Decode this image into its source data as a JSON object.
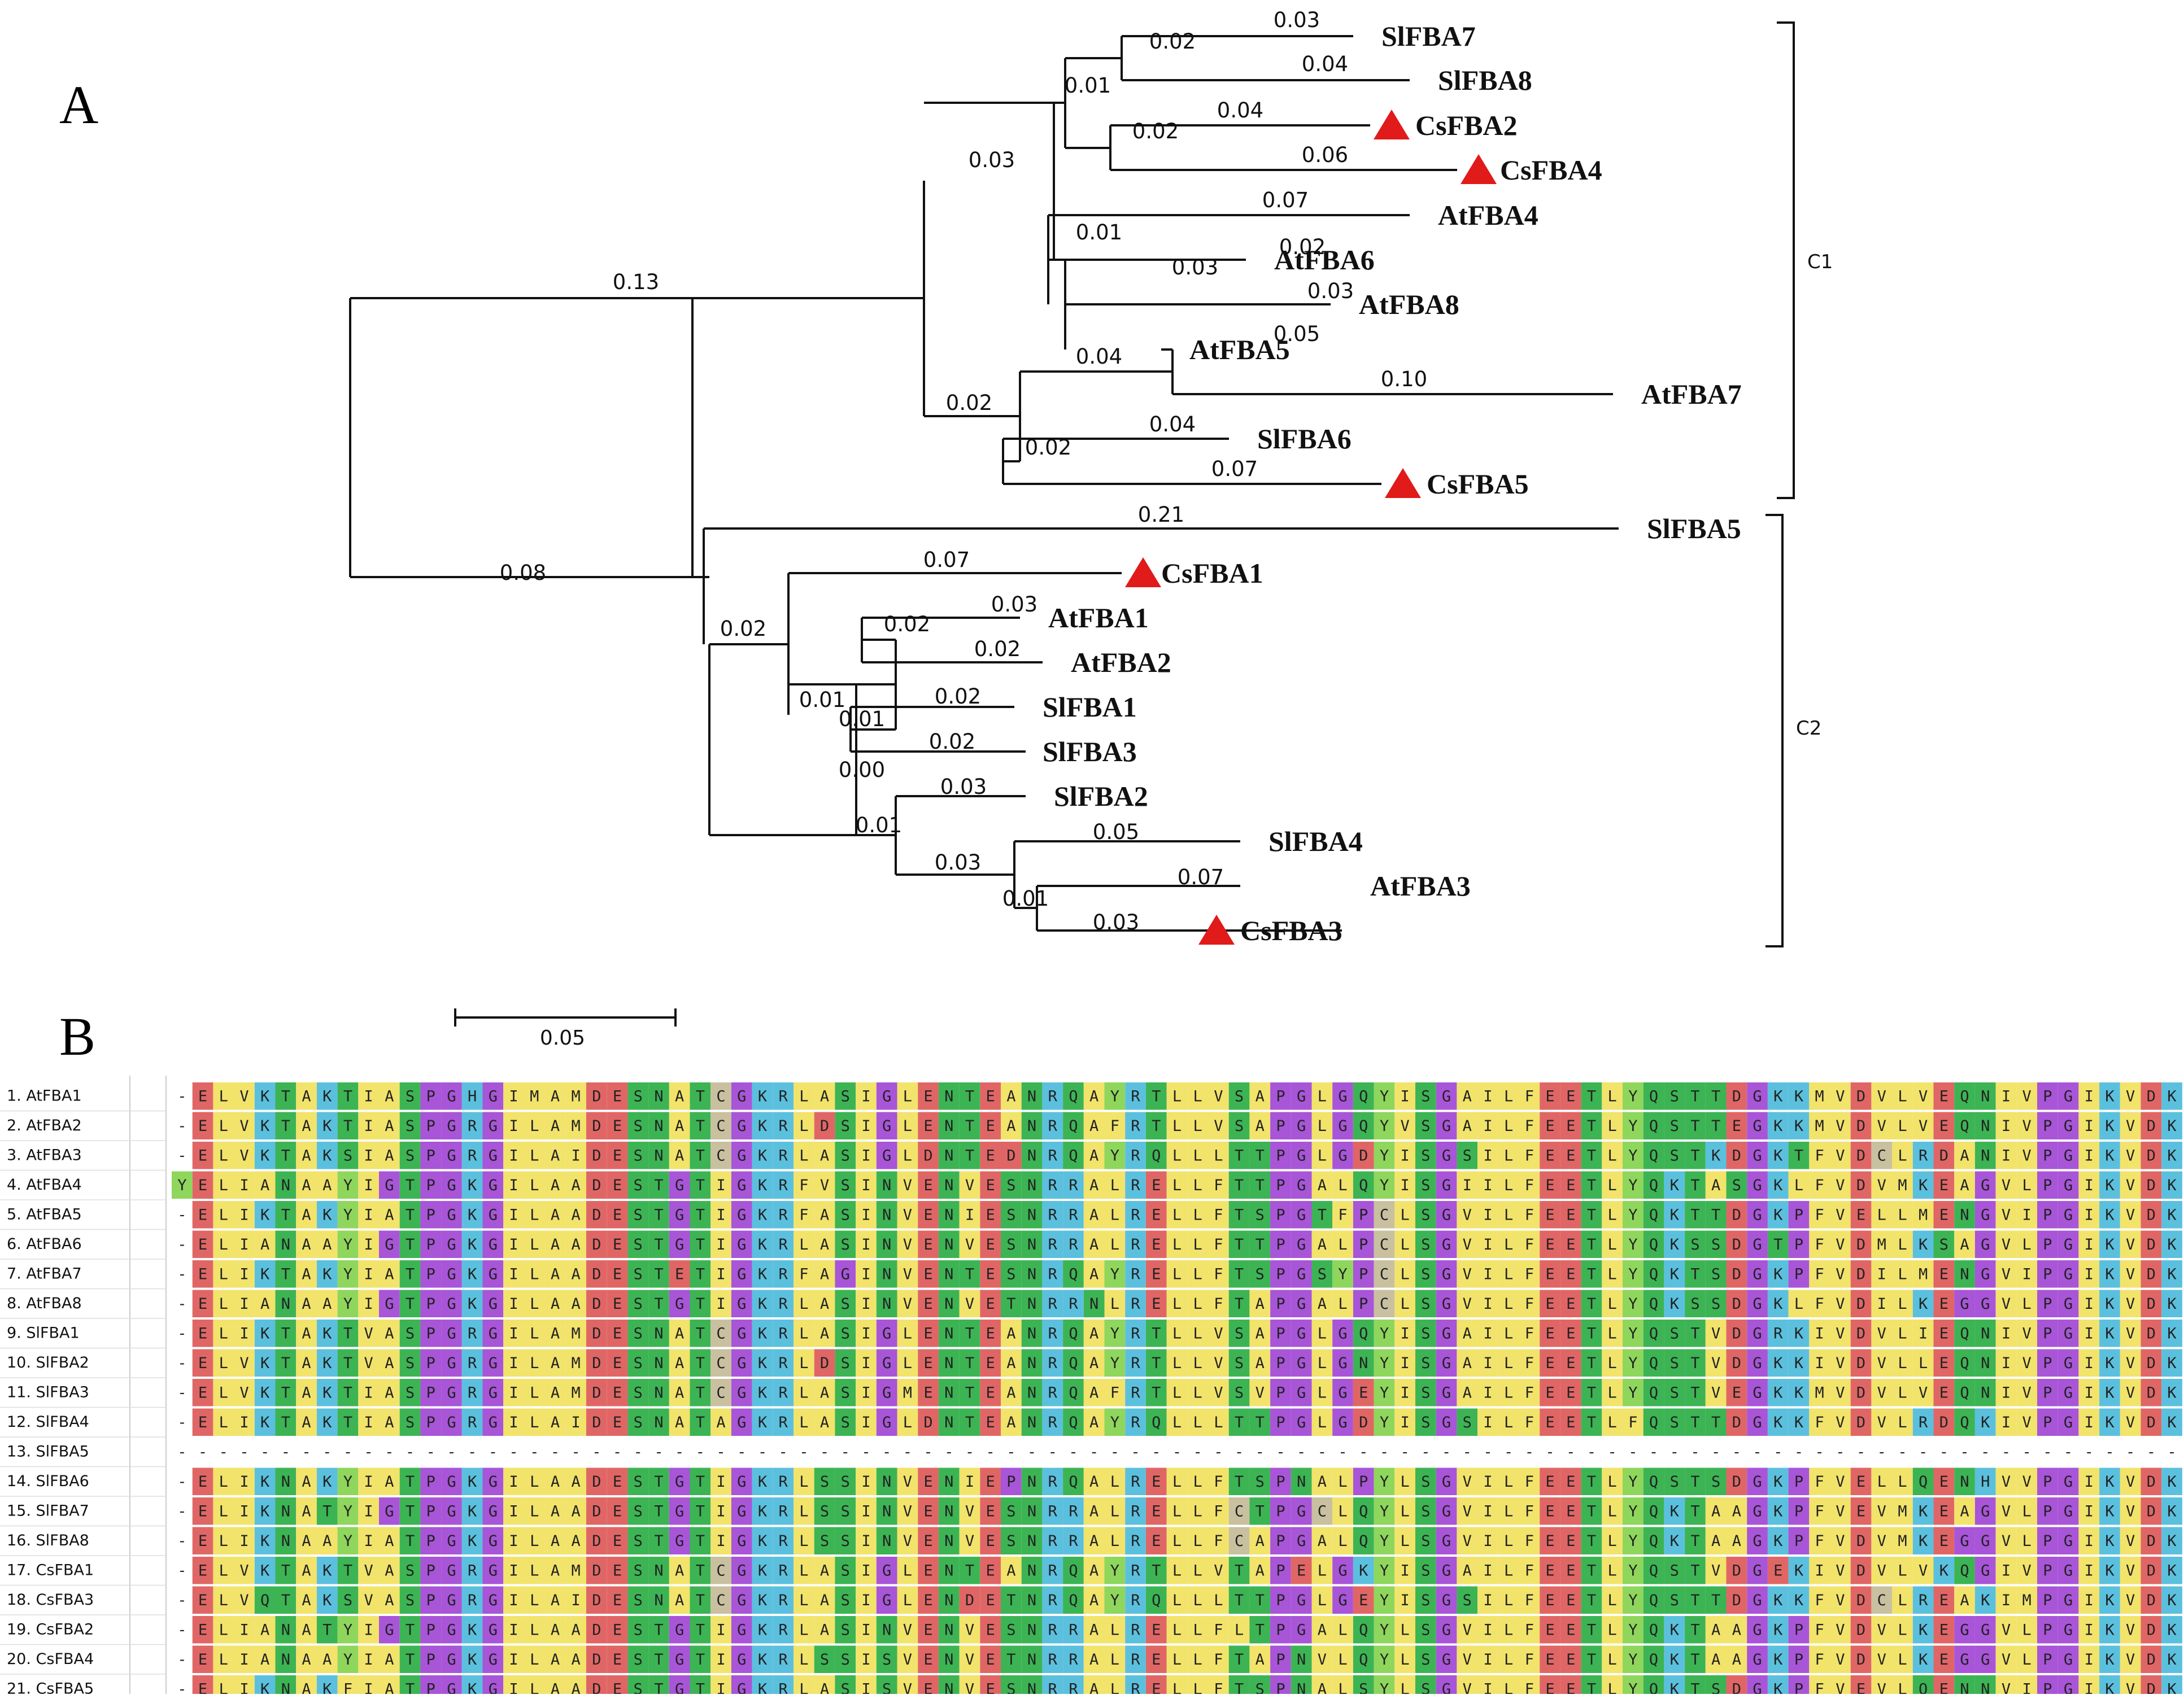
{
  "panels": {
    "a_label": "A",
    "b_label": "B"
  },
  "tree": {
    "scale_bar_label": "0.05",
    "clades": [
      "C1",
      "C2"
    ],
    "branch_labels": [
      "0.03",
      "0.02",
      "0.04",
      "0.01",
      "0.04",
      "0.02",
      "0.06",
      "0.03",
      "0.07",
      "0.01",
      "0.02",
      "0.03",
      "0.03",
      "0.13",
      "0.05",
      "0.04",
      "0.10",
      "0.02",
      "0.04",
      "0.02",
      "0.07",
      "0.21",
      "0.08",
      "0.07",
      "0.03",
      "0.02",
      "0.02",
      "0.02",
      "0.01",
      "0.02",
      "0.01",
      "0.02",
      "0.00",
      "0.03",
      "0.05",
      "0.01",
      "0.03",
      "0.07",
      "0.01",
      "0.03"
    ],
    "leaves": [
      {
        "name": "SlFBA7",
        "marked": false
      },
      {
        "name": "SlFBA8",
        "marked": false
      },
      {
        "name": "CsFBA2",
        "marked": true
      },
      {
        "name": "CsFBA4",
        "marked": true
      },
      {
        "name": "AtFBA4",
        "marked": false
      },
      {
        "name": "AtFBA6",
        "marked": false
      },
      {
        "name": "AtFBA8",
        "marked": false
      },
      {
        "name": "AtFBA5",
        "marked": false
      },
      {
        "name": "AtFBA7",
        "marked": false
      },
      {
        "name": "SlFBA6",
        "marked": false
      },
      {
        "name": "CsFBA5",
        "marked": true
      },
      {
        "name": "SlFBA5",
        "marked": false
      },
      {
        "name": "CsFBA1",
        "marked": true
      },
      {
        "name": "AtFBA1",
        "marked": false
      },
      {
        "name": "AtFBA2",
        "marked": false
      },
      {
        "name": "SlFBA1",
        "marked": false
      },
      {
        "name": "SlFBA3",
        "marked": false
      },
      {
        "name": "SlFBA2",
        "marked": false
      },
      {
        "name": "SlFBA4",
        "marked": false
      },
      {
        "name": "AtFBA3",
        "marked": false
      },
      {
        "name": "CsFBA3",
        "marked": true
      }
    ],
    "colors": {
      "branch": "#111111",
      "marker": "#e11a1a"
    }
  },
  "alignment": {
    "names": [
      "1. AtFBA1",
      "2. AtFBA2",
      "3. AtFBA3",
      "4. AtFBA4",
      "5. AtFBA5",
      "6. AtFBA6",
      "7. AtFBA7",
      "8. AtFBA8",
      "9. SlFBA1",
      "10. SlFBA2",
      "11. SlFBA3",
      "12. SlFBA4",
      "13. SlFBA5",
      "14. SlFBA6",
      "15. SlFBA7",
      "16. SlFBA8",
      "17. CsFBA1",
      "18. CsFBA3",
      "19. CsFBA2",
      "20. CsFBA4",
      "21. CsFBA5"
    ],
    "sequences": [
      "-ELVKTAKTIASPGHGIMAMDESNATCGKRLASIGLENTEANRQAYRTLLVSAPGLGQYISGAILFEETLYQSTTDGKKMVDVLVEQNIVPGIKVDKGLVPL",
      "-ELVKTAKTIASPGRGILAMDESNATCGKRLDSIGLENTEANRQAFRTLLVSAPGLGQYVSGAILFEETLYQSTTEGKKMVDVLVEQNIVPGIKVDKGLVPL",
      "-ELVKTAKSIASPGRGILAIDESNATCGKRLASIGLDNTEDNRQAYRQLLLTTPGLGDYISGSILFEETLYQSTKDGKTFVDCLRDANIVPGIKVDKGLSPL",
      "YELIANAAYIGTPGKGILAADESTGTIGKRFVSINVENVESNRRALRELLFTTPGALQYISGIILFEETLYQKTASGKLFVDVMKEAGVLPGIKVDKGTVEL",
      "-ELIKTAKYIATPGKGILAADESTGTIGKRFASINVENIESNRRALRELLFTSPGTFPCLSGVILFEETLYQKTTDGKPFVELLMENGVIPGIKVDKGVVDL",
      "-ELIANAAYIGTPGKGILAADESTGTIGKRLASINVENVESNRRALRELLFTTPGALPCLSGVILFEETLYQKSSDGTPFVDMLKSAGVLPGIKVDKGTVEL",
      "-ELIKTAKYIATPGKGILAADESTETIGKRFAGINVENTESNRQAYRELLFTSPGSYPCLSGVILFEETLYQKTSDGKPFVDILMENGVIPGIKVDKGVVDL",
      "-ELIANAAYIGTPGKGILAADESTGTIGKRLASINVENVETNRRNLRELLFTAPGALPCLSGVILFEETLYQKSSDGKLFVDILKEGGVLPGIKVDKGTVEL",
      "-ELIKTAKTVASPGRGILAMDESNATCGKRLASIGLENTEANRQAYRTLLVSAPGLGQYISGAILFEETLYQSTVDGRKIVDVLIEQNIVPGIKVDKGLVPL",
      "-ELVKTAKTVASPGRGILAMDESNATCGKRLDSIGLENTEANRQAYRTLLVSAPGLGNYISGAILFEETLYQSTVDGKKIVDVLLEQNIVPGIKVDKGLVPL",
      "-ELVKTAKTIASPGRGILAMDESNATCGKRLASIGMENTEANRQAFRTLLVSVPGLGEYISGAILFEETLYQSTVEGKKMVDVLVEQNIVPGIKVDKGLVPL",
      "-ELIKTAKTIASPGRGILAIDESNATAGKRLASIGLDNTEANRQAYRQLLLTTPGLGDYISGSILFEETLFQSTTDGKKFVDVLRDQKIVPGIKVDKGLVPL",
      "------------------------------------------------------------------------------------------------------",
      "-ELIKNAKYIATPGKGILAADESTGTIGKRLSSINVENIEPNRQALRELLFTSPNALPYLSGVILFEETLYQSTSDGKPFVELLQENHVVPGIKVDKGTVDL",
      "-ELIKNATYIGTPGKGILAADESTGTIGKRLSSINVENVESNRRALRELLFCTPGCLQYLSGVILFEETLYQKTAAGKPFVEVMKEAGVLPGIKVDKGTVEL",
      "-ELIKNAAYIATPGKGILAADESTGTIGKRLSSINVENVESNRRALRELLFCAPGALQYLSGVILFEETLYQKTAAGKPFVDVMKEGGVLPGIKVDKGTVEL",
      "-ELVKTAKTVASPGRGILAMDESNATCGKRLASIGLENTEANRQAYRTLLVTAPELGKYISGAILFEETLYQSTVDGEKIVDVLVKQGIVPGIKVDKGLVPL",
      "-ELVQTAKSVASPGRGILAIDESNATCGKRLASIGLENDETNRQAYRQLLLTTPGLGEYISGSILFEETLYQSTTDGKKFVDCLREAKIMPGIKVDKGLVPL",
      "-ELIANATYIGTPGKGILAADESTGTIGKRLASINVENVESNRRALRELLFLTPGALQYLSGVILFEETLYQKTAAGKPFVDVLKEGGVLPGIKVDKGTVEL",
      "-ELIANAAYIATPGKGILAADESTGTIGKRLSSISVENVETNRRALRELLFTAPNVLQYLSGVILFEETLYQKTAAGKPFVDVLKEGGVLPGIKVDKGTVEL",
      "-ELIKNAKFIATPGKGILAADESTGTIGKRLASISVENVESNRRALRELLFTSPNALSYLSGVILFEETLYQKTSDGKPFVEVLQENNVIPGIKVDKGTVEL"
    ],
    "residue_colors": {
      "E": "#e06666",
      "D": "#e06666",
      "K": "#5bc0de",
      "R": "#5bc0de",
      "H": "#5bc0de",
      "L": "#f2e36b",
      "I": "#f2e36b",
      "V": "#f2e36b",
      "A": "#f2e36b",
      "M": "#f2e36b",
      "F": "#f2e36b",
      "W": "#f2e36b",
      "T": "#3cb454",
      "S": "#3cb454",
      "N": "#3cb454",
      "Q": "#3cb454",
      "G": "#a855d8",
      "P": "#a855d8",
      "Y": "#8fd65c",
      "C": "#c9c0a0"
    }
  }
}
